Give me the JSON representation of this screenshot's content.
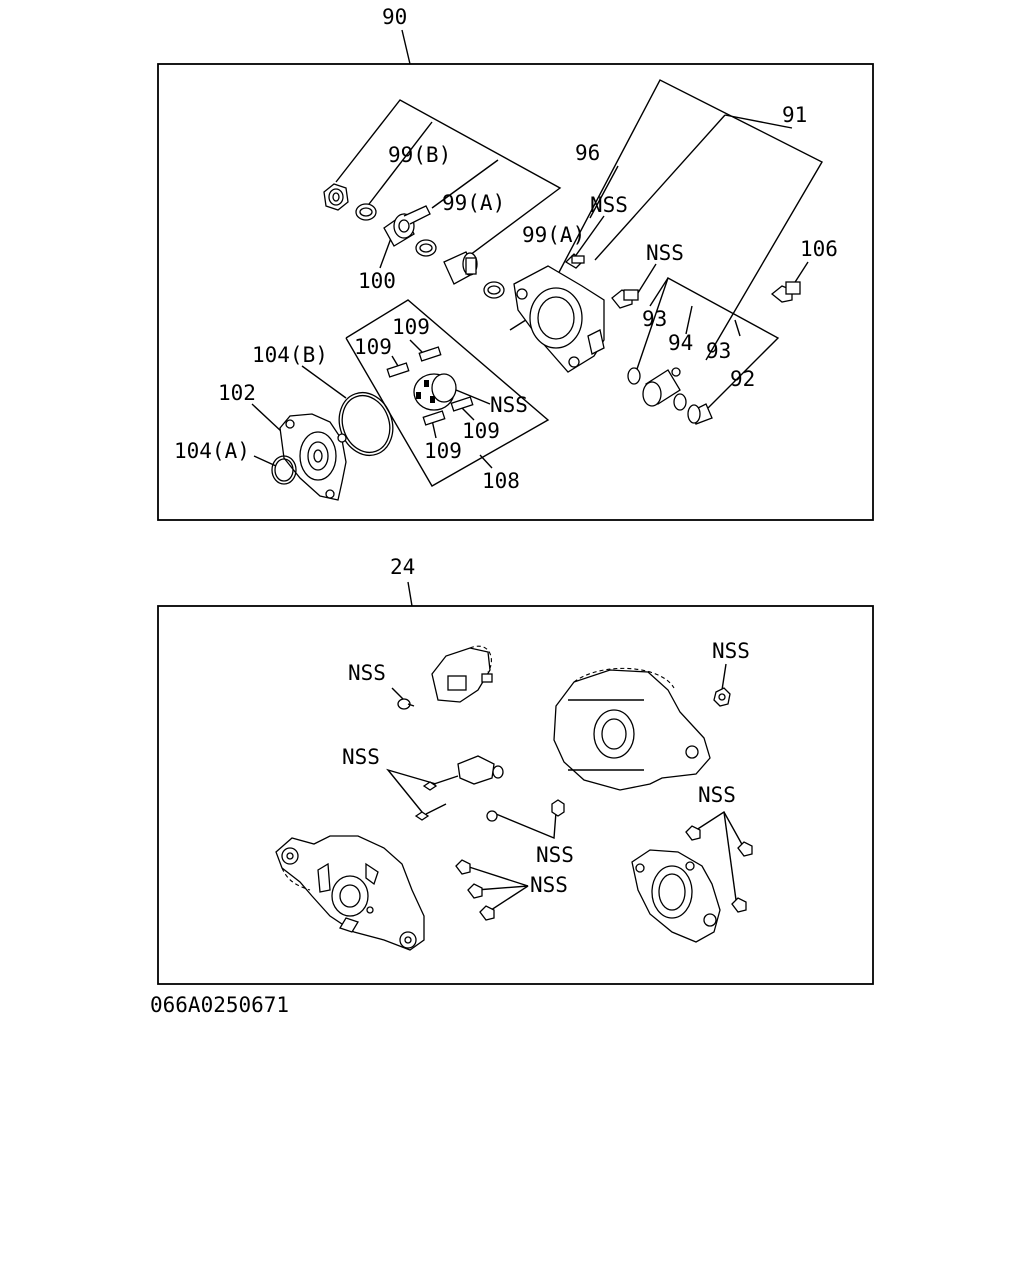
{
  "top_group": {
    "callout": "90",
    "labels": {
      "l_99b": "99(B)",
      "l_96": "96",
      "l_91": "91",
      "l_99a_1": "99(A)",
      "l_nss_1": "NSS",
      "l_99a_2": "99(A)",
      "l_nss_2": "NSS",
      "l_106": "106",
      "l_100": "100",
      "l_109_1": "109",
      "l_109_2": "109",
      "l_104b": "104(B)",
      "l_93_1": "93",
      "l_94": "94",
      "l_93_2": "93",
      "l_92": "92",
      "l_102": "102",
      "l_nss_3": "NSS",
      "l_109_3": "109",
      "l_104a": "104(A)",
      "l_109_4": "109",
      "l_108": "108"
    }
  },
  "bottom_group": {
    "callout": "24",
    "labels": {
      "l_nss_a": "NSS",
      "l_nss_b": "NSS",
      "l_nss_c": "NSS",
      "l_nss_d": "NSS",
      "l_nss_e": "NSS",
      "l_nss_f": "NSS"
    }
  },
  "drawing_code": "066A0250671"
}
